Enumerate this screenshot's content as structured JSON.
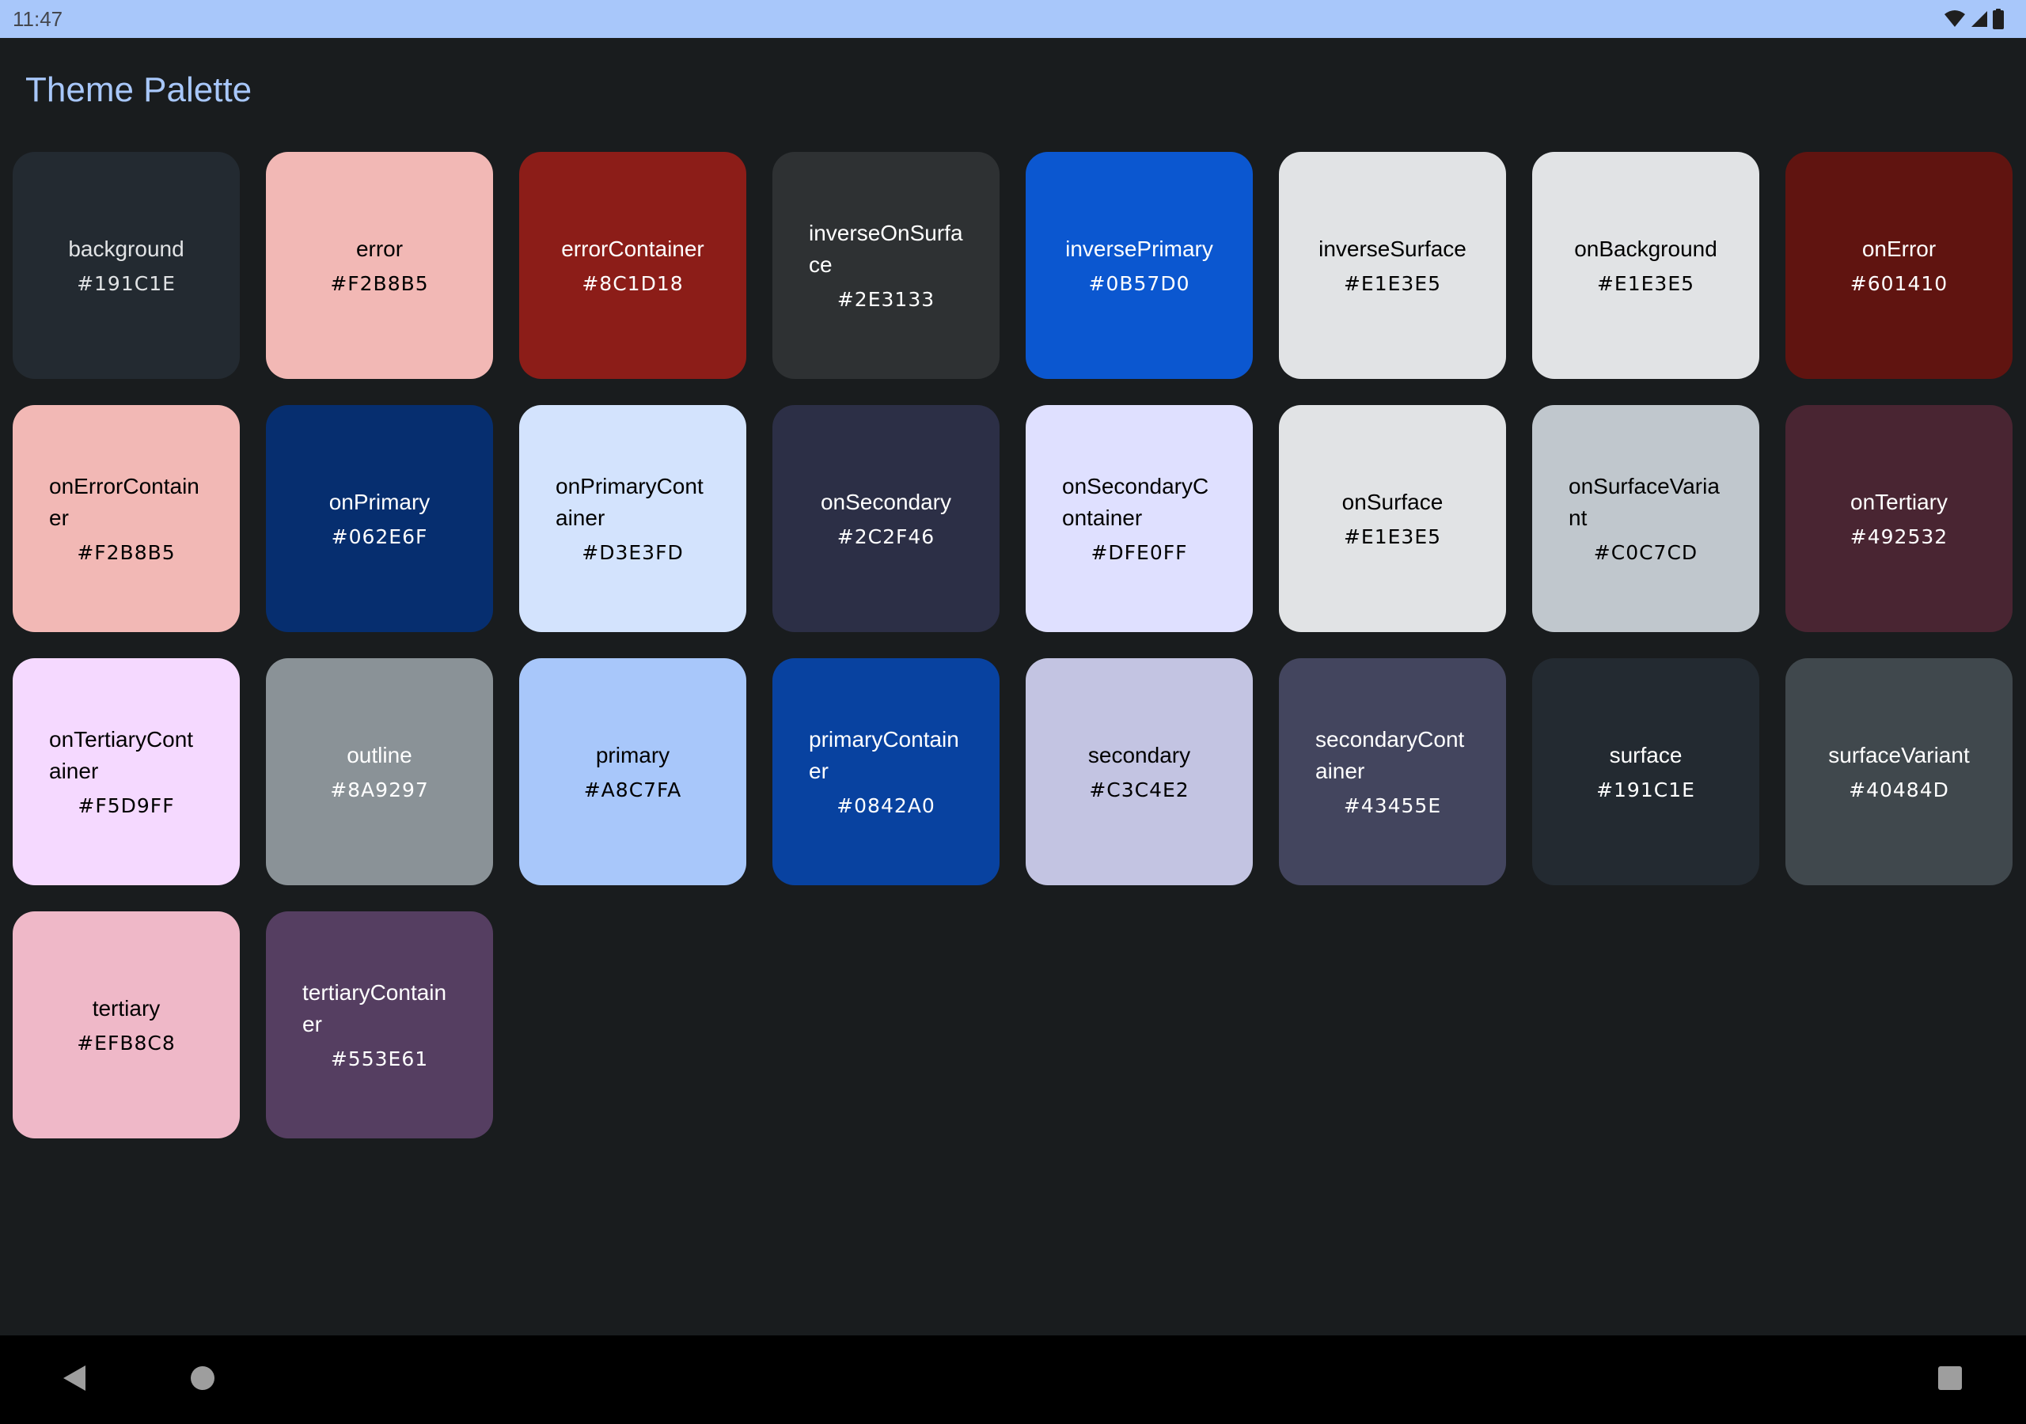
{
  "status_bar": {
    "time": "11:47",
    "icons": [
      "wifi-icon",
      "cellular-signal-icon",
      "battery-icon"
    ]
  },
  "page": {
    "title": "Theme Palette"
  },
  "swatches": [
    {
      "name": "background",
      "hex": "#191C1E",
      "bg": "#232A31",
      "fg": "#E1E3E5"
    },
    {
      "name": "error",
      "hex": "#F2B8B5",
      "bg": "#F2B8B5",
      "fg": "#000000"
    },
    {
      "name": "errorContainer",
      "hex": "#8C1D18",
      "bg": "#8C1D18",
      "fg": "#FFFFFF"
    },
    {
      "name": "inverseOnSurface",
      "hex": "#2E3133",
      "bg": "#2E3133",
      "fg": "#FFFFFF"
    },
    {
      "name": "inversePrimary",
      "hex": "#0B57D0",
      "bg": "#0B57D0",
      "fg": "#FFFFFF"
    },
    {
      "name": "inverseSurface",
      "hex": "#E1E3E5",
      "bg": "#E1E3E5",
      "fg": "#000000"
    },
    {
      "name": "onBackground",
      "hex": "#E1E3E5",
      "bg": "#E1E3E5",
      "fg": "#000000"
    },
    {
      "name": "onError",
      "hex": "#601410",
      "bg": "#601410",
      "fg": "#FFFFFF"
    },
    {
      "name": "onErrorContainer",
      "hex": "#F2B8B5",
      "bg": "#F2B8B5",
      "fg": "#000000"
    },
    {
      "name": "onPrimary",
      "hex": "#062E6F",
      "bg": "#062E6F",
      "fg": "#FFFFFF"
    },
    {
      "name": "onPrimaryContainer",
      "hex": "#D3E3FD",
      "bg": "#D3E3FD",
      "fg": "#000000"
    },
    {
      "name": "onSecondary",
      "hex": "#2C2F46",
      "bg": "#2C2F46",
      "fg": "#FFFFFF"
    },
    {
      "name": "onSecondaryContainer",
      "hex": "#DFE0FF",
      "bg": "#DFE0FF",
      "fg": "#000000"
    },
    {
      "name": "onSurface",
      "hex": "#E1E3E5",
      "bg": "#E1E3E5",
      "fg": "#000000"
    },
    {
      "name": "onSurfaceVariant",
      "hex": "#C0C7CD",
      "bg": "#C0C7CD",
      "fg": "#000000"
    },
    {
      "name": "onTertiary",
      "hex": "#492532",
      "bg": "#492532",
      "fg": "#FFFFFF"
    },
    {
      "name": "onTertiaryContainer",
      "hex": "#F5D9FF",
      "bg": "#F5D9FF",
      "fg": "#000000"
    },
    {
      "name": "outline",
      "hex": "#8A9297",
      "bg": "#8A9297",
      "fg": "#FFFFFF"
    },
    {
      "name": "primary",
      "hex": "#A8C7FA",
      "bg": "#A8C7FA",
      "fg": "#000000"
    },
    {
      "name": "primaryContainer",
      "hex": "#0842A0",
      "bg": "#0842A0",
      "fg": "#FFFFFF"
    },
    {
      "name": "secondary",
      "hex": "#C3C4E2",
      "bg": "#C3C4E2",
      "fg": "#000000"
    },
    {
      "name": "secondaryContainer",
      "hex": "#43455E",
      "bg": "#43455E",
      "fg": "#FFFFFF"
    },
    {
      "name": "surface",
      "hex": "#191C1E",
      "bg": "#232A31",
      "fg": "#FFFFFF"
    },
    {
      "name": "surfaceVariant",
      "hex": "#40484D",
      "bg": "#40484D",
      "fg": "#FFFFFF"
    },
    {
      "name": "tertiary",
      "hex": "#EFB8C8",
      "bg": "#EFB8C8",
      "fg": "#000000"
    },
    {
      "name": "tertiaryContainer",
      "hex": "#553E61",
      "bg": "#553E61",
      "fg": "#FFFFFF"
    }
  ],
  "nav_bar": {
    "buttons": [
      "back-icon",
      "home-icon",
      "recents-icon"
    ]
  }
}
